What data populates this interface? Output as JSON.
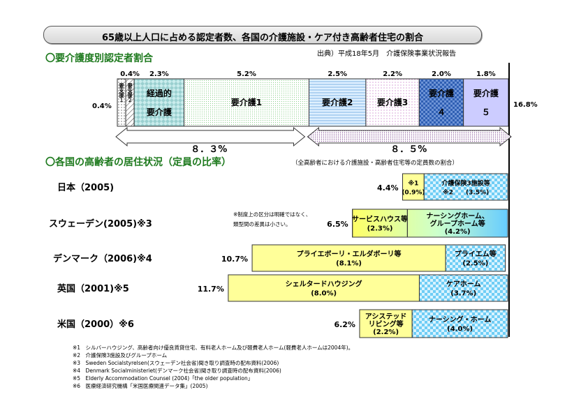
{
  "title": "65歳以上人口に占める認定者数、各国の介護施設・ケア付き高齢者住宅の割合",
  "section1": {
    "heading": "〇要介護度別認定者割合",
    "source": "出典）平成18年5月　介護保険事業状況報告",
    "total_label": "16.8%",
    "left_label": "0.4%",
    "brace_left": "８．３%",
    "brace_right": "８．５%"
  },
  "section2": {
    "heading": "〇各国の高齢者の居住状況（定員の比率）",
    "subheading": "（全高齢者における介護施設・高齢者住宅等の定員数の割合）",
    "note_sweden": [
      "※制度上の区分は明確ではなく、",
      "類型間の差異は小さい。"
    ]
  },
  "footnotes": [
    "※1　シルバーハウジング、高齢者向け優良賃貸住宅、有料老人ホーム及び軽費老人ホーム(軽費老人ホームは2004年)。",
    "※2　介護保険3施設及びグループホーム",
    "※3　Sweden Socialstyrelsen(スウェーデン社会省)聞き取り調査時の配布資料(2006)",
    "※4　Denmark Socialministeriet(デンマーク社会省)聞き取り調査時の配布資料(2006)",
    "※5　Elderly Accommodation Counsel (2004)「the older population」",
    "※6　医療経済研究機構「米国医療関連データ集」(2005)"
  ],
  "colors": {
    "heading": "#1e7a1e",
    "yellow": "#ffff99",
    "cyan": "#66ccff",
    "purple": "#ccccff",
    "navy": "#3366cc"
  },
  "chart_data": [
    {
      "type": "bar",
      "orientation": "stacked-horizontal",
      "unit": "%",
      "categories": [
        "要支援1",
        "要支援2",
        "経過的要介護",
        "要介護1",
        "要介護2",
        "要介護3",
        "要介護4",
        "要介護5"
      ],
      "box_labels": [
        "要支援１",
        "要支援２",
        "経過的\n要介護",
        "要介護1",
        "要介護2",
        "要介護3",
        "要介護\n４",
        "要介護\n５"
      ],
      "value_labels": [
        "0.4%",
        "0.4%",
        "2.3%",
        "5.2%",
        "2.5%",
        "2.2%",
        "2.0%",
        "1.8%"
      ],
      "values": [
        0.4,
        0.4,
        2.3,
        5.2,
        2.5,
        2.2,
        2.0,
        1.8
      ],
      "total": 16.8,
      "groups": [
        {
          "label": "８．３%",
          "value": 8.3,
          "members": [
            "要支援1",
            "要支援2",
            "経過的要介護",
            "要介護1"
          ]
        },
        {
          "label": "８．５%",
          "value": 8.5,
          "members": [
            "要介護2",
            "要介護3",
            "要介護4",
            "要介護5"
          ]
        }
      ],
      "legend": "none",
      "grid": false
    },
    {
      "type": "bar",
      "orientation": "stacked-horizontal",
      "unit": "%",
      "right_aligned": true,
      "countries": [
        {
          "name": "日本（2005)",
          "total": 4.4,
          "total_label": "4.4%",
          "segments": [
            {
              "label": "※1",
              "label2": "(0.9%)",
              "value": 0.9,
              "style": "yellow"
            },
            {
              "label": "介護保険3施設等",
              "label2": "※2　　(3.5%)",
              "value": 3.5,
              "style": "cyan"
            }
          ]
        },
        {
          "name": "スウェーデン(2005)※3",
          "total": 6.5,
          "total_label": "6.5%",
          "segments": [
            {
              "label": "サービスハウス等",
              "label2": "(2.3%)",
              "value": 2.3,
              "style": "gradient"
            },
            {
              "label": "ナーシングホーム、",
              "label2": "グループホーム等",
              "label3": "(4.2%)",
              "value": 4.2,
              "style": "gradient"
            }
          ]
        },
        {
          "name": "デンマーク（2006)※4",
          "total": 10.7,
          "total_label": "10.7%",
          "segments": [
            {
              "label": "プライエボーリ・エルダボーリ等",
              "label2": "(8.1%)",
              "value": 8.1,
              "style": "yellow"
            },
            {
              "label": "プライエム等",
              "label2": "(2.5%)",
              "value": 2.5,
              "style": "cyan"
            }
          ]
        },
        {
          "name": "英国（2001)※5",
          "total": 11.7,
          "total_label": "11.7%",
          "segments": [
            {
              "label": "シェルタードハウジング",
              "label2": "(8.0%)",
              "value": 8.0,
              "style": "yellow"
            },
            {
              "label": "ケアホーム",
              "label2": "(3.7%)",
              "value": 3.7,
              "style": "cyan"
            }
          ]
        },
        {
          "name": "米国（2000）※6",
          "total": 6.2,
          "total_label": "6.2%",
          "segments": [
            {
              "label": "アシステッド",
              "label2": "リビング等",
              "label3": "(2.2%)",
              "value": 2.2,
              "style": "yellow"
            },
            {
              "label": "ナーシング・ホーム",
              "label2": "(4.0%)",
              "value": 4.0,
              "style": "cyan"
            }
          ]
        }
      ],
      "legend": "none",
      "grid": false
    }
  ]
}
